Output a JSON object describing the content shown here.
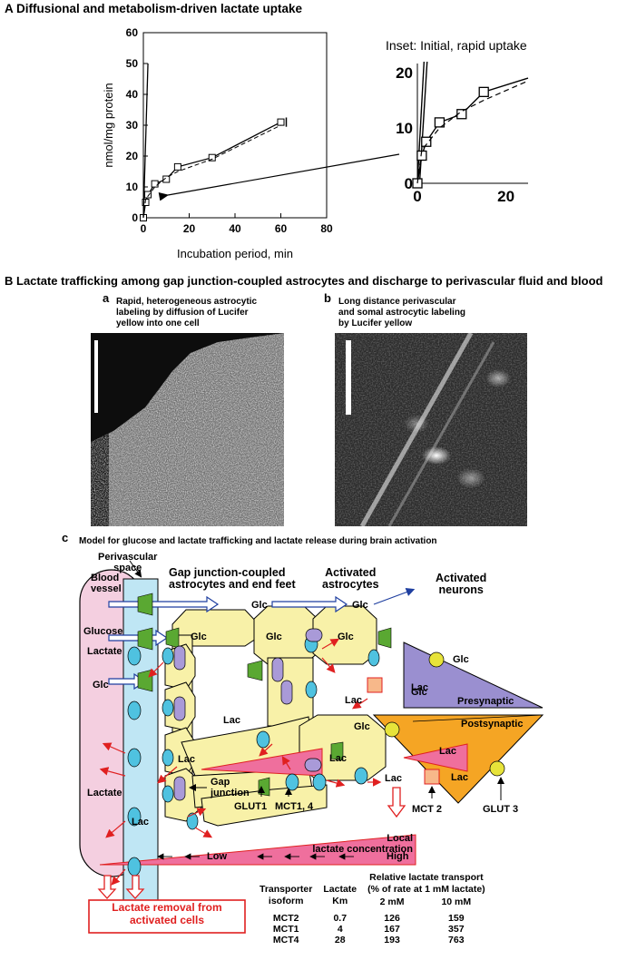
{
  "section_a": {
    "title": "A Diffusional and metabolism-driven lactate uptake",
    "inset_title": "Inset: Initial, rapid uptake"
  },
  "section_b": {
    "title": "B Lactate trafficking among gap junction-coupled astrocytes and discharge to perivascular fluid and blood",
    "panel_a": {
      "letter": "a",
      "caption": [
        "Rapid, heterogeneous astrocytic",
        "labeling by diffusion of Lucifer",
        "yellow into one cell"
      ]
    },
    "panel_b": {
      "letter": "b",
      "caption": [
        "Long distance perivascular",
        "and somal astrocytic labeling",
        "by Lucifer yellow"
      ]
    }
  },
  "section_c": {
    "letter": "c",
    "title": "Model for glucose and lactate trafficking and lactate release during brain activation",
    "labels": {
      "blood_vessel": [
        "Blood",
        "vessel"
      ],
      "perivascular": [
        "Perivascular",
        "space"
      ],
      "gap_junction_header": [
        "Gap junction-coupled",
        "astrocytes and end feet"
      ],
      "activated_astrocytes": [
        "Activated",
        "astrocytes"
      ],
      "activated_neurons": [
        "Activated",
        "neurons"
      ],
      "glucose": "Glucose",
      "lactate": "Lactate",
      "glc": "Glc",
      "lac": "Lac",
      "presynaptic": "Presynaptic",
      "postsynaptic": "Postsynaptic",
      "gap_junction": [
        "Gap",
        "junction"
      ],
      "glut1": "GLUT1",
      "mct14": "MCT1, 4",
      "mct2": "MCT 2",
      "glut3": "GLUT 3",
      "local_conc": [
        "Local",
        "lactate concentration"
      ],
      "low": "Low",
      "high": "High",
      "removal": [
        "Lactate removal from",
        "activated cells"
      ]
    }
  },
  "chart_data": [
    {
      "type": "line",
      "panel": "main",
      "xlabel": "Incubation period, min",
      "ylabel": "nmol/mg protein",
      "xlim": [
        0,
        80
      ],
      "ylim": [
        0,
        60
      ],
      "xticks": [
        0,
        20,
        40,
        60,
        80
      ],
      "yticks": [
        0,
        10,
        20,
        30,
        40,
        50,
        60
      ],
      "series": [
        {
          "style": "solid-squares",
          "x": [
            0,
            1,
            2,
            5,
            10,
            15,
            30,
            60
          ],
          "y": [
            0,
            5,
            7.5,
            11,
            12.5,
            16.5,
            19.5,
            31
          ]
        },
        {
          "style": "dashed",
          "x": [
            0,
            1,
            5,
            10,
            15,
            30,
            60
          ],
          "y": [
            0,
            6,
            10,
            13,
            15,
            19,
            30
          ]
        },
        {
          "style": "steep-line",
          "x": [
            0,
            2
          ],
          "y": [
            0,
            50
          ]
        }
      ]
    },
    {
      "type": "line",
      "panel": "inset",
      "xticks": [
        0,
        20
      ],
      "yticks": [
        0,
        10,
        20
      ],
      "series": [
        {
          "style": "solid-squares",
          "x": [
            0,
            1,
            2,
            5,
            10,
            15,
            25
          ],
          "y": [
            0,
            5,
            7.5,
            11,
            12.5,
            16.5,
            19
          ]
        },
        {
          "style": "dashed",
          "x": [
            0,
            1,
            5,
            10,
            15,
            25
          ],
          "y": [
            0,
            6,
            10,
            13,
            15,
            18.5
          ]
        }
      ]
    }
  ],
  "table": {
    "headers": {
      "col1": [
        "Transporter",
        "isoform"
      ],
      "col2": [
        "Lactate",
        "Km"
      ],
      "group": [
        "Relative lactate transport",
        "(% of rate at 1 mM lactate)"
      ],
      "col3": "2 mM",
      "col4": "10 mM"
    },
    "rows": [
      {
        "isoform": "MCT2",
        "km": "0.7",
        "t2": "126",
        "t10": "159"
      },
      {
        "isoform": "MCT1",
        "km": "4",
        "t2": "167",
        "t10": "357"
      },
      {
        "isoform": "MCT4",
        "km": "28",
        "t2": "193",
        "t10": "763"
      }
    ]
  },
  "colors": {
    "blood": "#f4cfe0",
    "perivascular": "#bfe6f4",
    "astrocyte": "#f8f1a8",
    "presynaptic": "#9a8fd0",
    "postsynaptic": "#f5a524",
    "lactate_arrow": "#e02020",
    "glucose_arrow": "#1f3fa0",
    "gradient": "#ef6f9d",
    "glut1": "#5aa832",
    "mct": "#4fc2e0",
    "gap": "#a99ad8"
  }
}
